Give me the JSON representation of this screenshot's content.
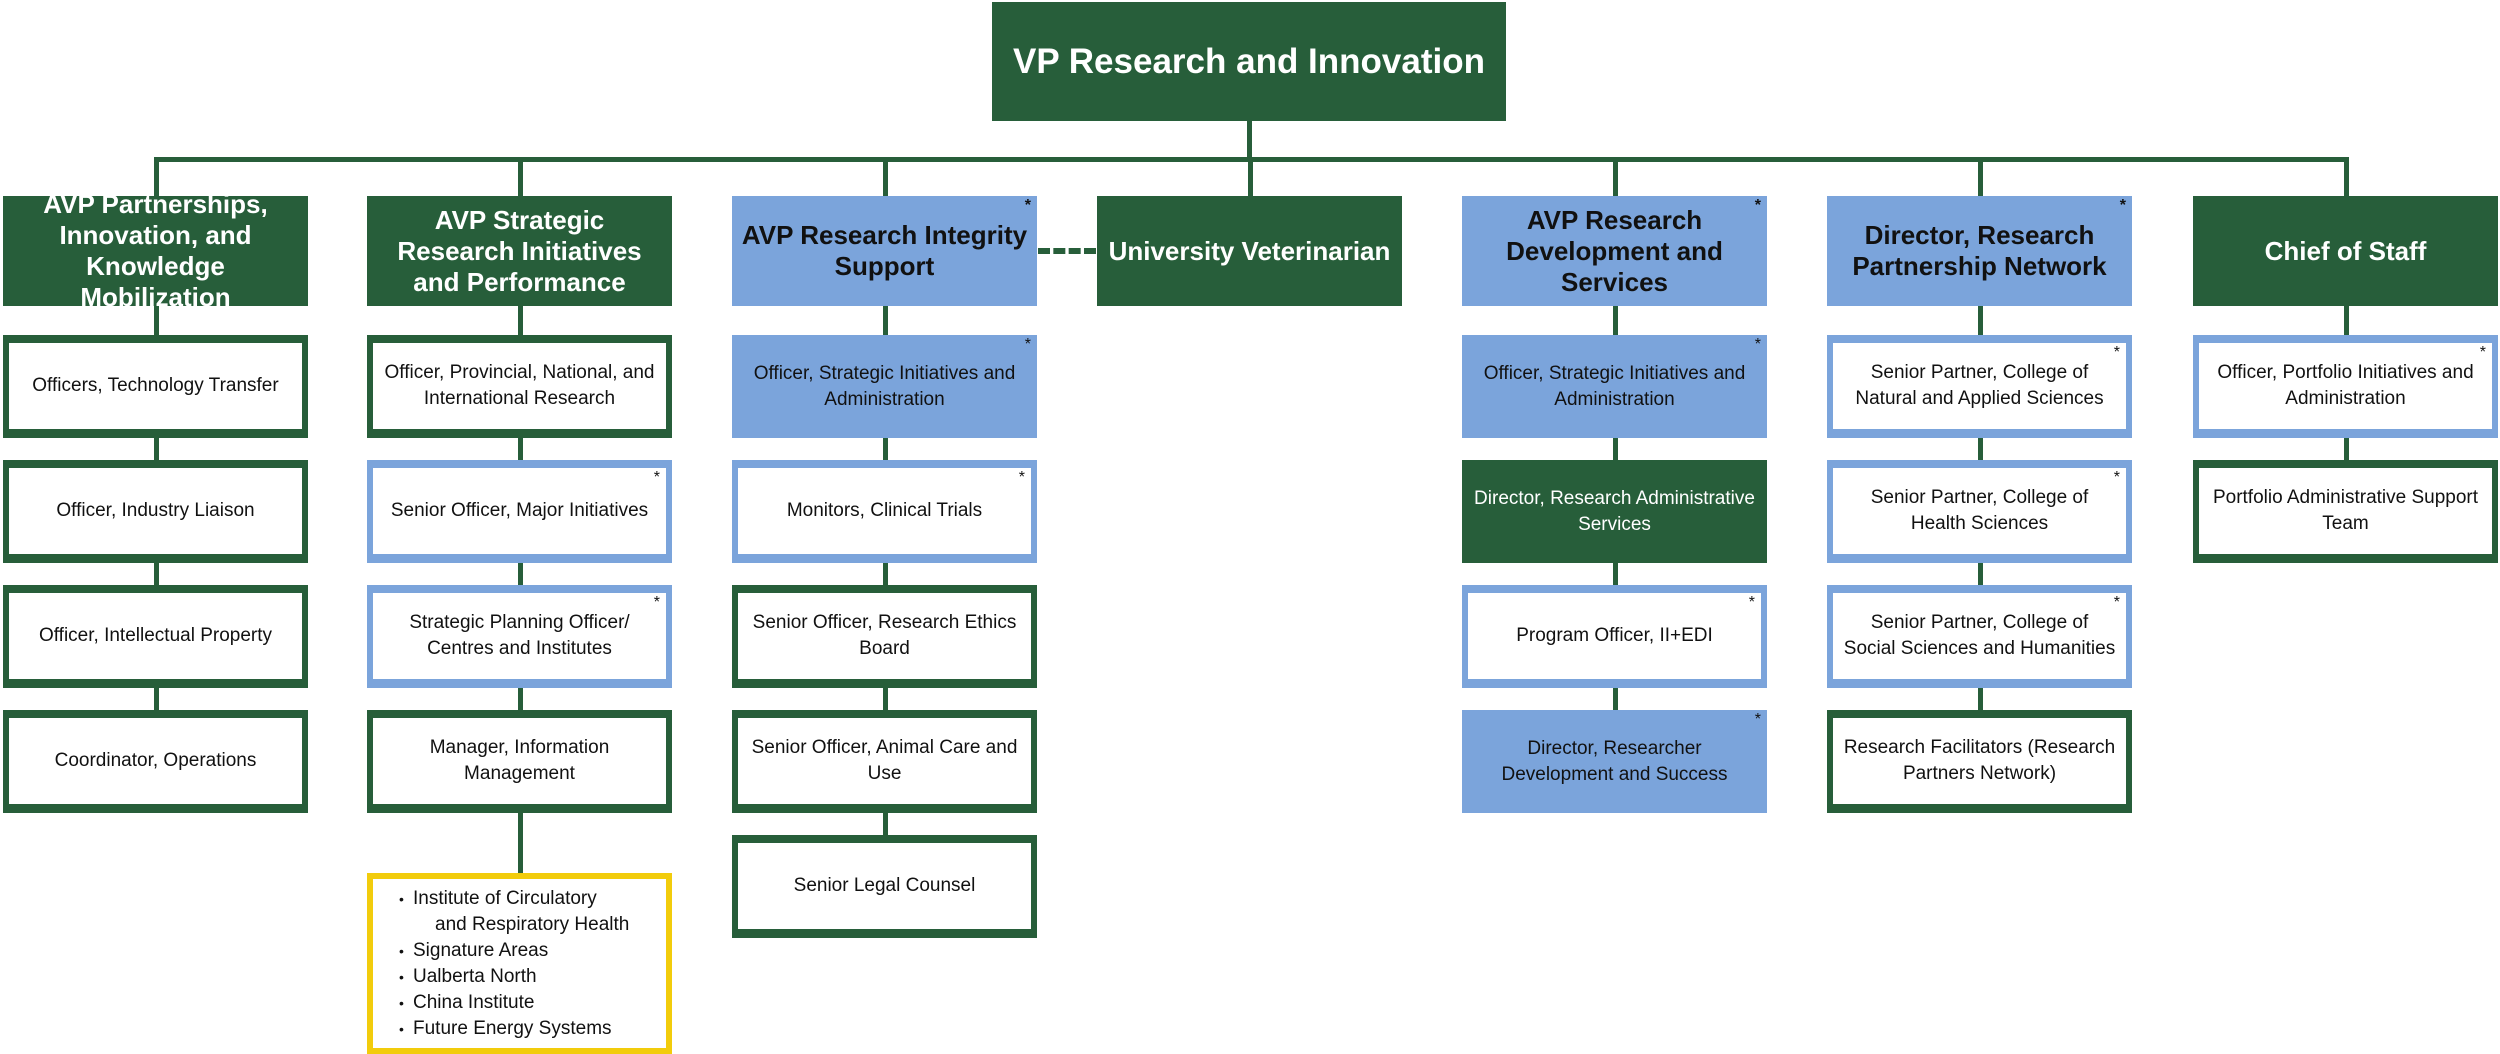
{
  "colors": {
    "green": "#275e3a",
    "blue": "#7ba4db",
    "yellow": "#f2cc0c"
  },
  "asterisk": "*",
  "root": {
    "label": "VP Research and Innovation",
    "style": "green"
  },
  "columns": [
    {
      "head": {
        "label": "AVP Partnerships, Innovation, and Knowledge Mobilization",
        "style": "green"
      },
      "children": [
        {
          "label": "Officers, Technology Transfer",
          "style": "outline-green"
        },
        {
          "label": "Officer, Industry Liaison",
          "style": "outline-green"
        },
        {
          "label": "Officer, Intellectual Property",
          "style": "outline-green"
        },
        {
          "label": "Coordinator, Operations",
          "style": "outline-green"
        }
      ]
    },
    {
      "head": {
        "label": "AVP Strategic Research Initiatives and Performance",
        "style": "green"
      },
      "children": [
        {
          "label": "Officer, Provincial, National, and International Research",
          "style": "outline-green"
        },
        {
          "label": "Senior Officer, Major Initiatives",
          "style": "outline-blue",
          "asterisk": true
        },
        {
          "label": "Strategic Planning Officer/ Centres and Institutes",
          "style": "outline-blue",
          "asterisk": true
        },
        {
          "label": "Manager, Information Management",
          "style": "outline-green"
        }
      ],
      "institutes": {
        "style": "yellow",
        "items": [
          "Institute of Circulatory",
          "and Respiratory Health",
          "Signature Areas",
          "Ualberta North",
          "China Institute",
          "Future Energy Systems"
        ]
      }
    },
    {
      "head": {
        "label": "AVP Research Integrity Support",
        "style": "blue",
        "asterisk": true
      },
      "children": [
        {
          "label": "Officer, Strategic Initiatives and Administration",
          "style": "blue",
          "asterisk": true
        },
        {
          "label": "Monitors, Clinical Trials",
          "style": "outline-blue",
          "asterisk": true
        },
        {
          "label": "Senior Officer, Research Ethics Board",
          "style": "outline-green"
        },
        {
          "label": "Senior Officer, Animal Care and Use",
          "style": "outline-green"
        },
        {
          "label": "Senior Legal Counsel",
          "style": "outline-green"
        }
      ]
    },
    {
      "head": {
        "label": "University Veterinarian",
        "style": "green"
      },
      "children": []
    },
    {
      "head": {
        "label": "AVP Research Development and Services",
        "style": "blue",
        "asterisk": true
      },
      "children": [
        {
          "label": "Officer, Strategic Initiatives and Administration",
          "style": "blue",
          "asterisk": true
        },
        {
          "label": "Director, Research Administrative Services",
          "style": "green"
        },
        {
          "label": "Program Officer, II+EDI",
          "style": "outline-blue",
          "asterisk": true
        },
        {
          "label": "Director, Researcher Development and Success",
          "style": "blue",
          "asterisk": true
        }
      ]
    },
    {
      "head": {
        "label": "Director, Research Partnership Network",
        "style": "blue",
        "asterisk": true
      },
      "children": [
        {
          "label": "Senior Partner, College of Natural and Applied Sciences",
          "style": "outline-blue",
          "asterisk": true
        },
        {
          "label": "Senior Partner, College of Health Sciences",
          "style": "outline-blue",
          "asterisk": true
        },
        {
          "label": "Senior Partner, College of Social Sciences and Humanities",
          "style": "outline-blue",
          "asterisk": true
        },
        {
          "label": "Research Facilitators (Research Partners Network)",
          "style": "outline-green"
        }
      ]
    },
    {
      "head": {
        "label": "Chief of Staff",
        "style": "green"
      },
      "children": [
        {
          "label": "Officer, Portfolio Initiatives and Administration",
          "style": "outline-blue",
          "asterisk": true
        },
        {
          "label": "Portfolio Administrative Support Team",
          "style": "outline-green"
        }
      ]
    }
  ]
}
